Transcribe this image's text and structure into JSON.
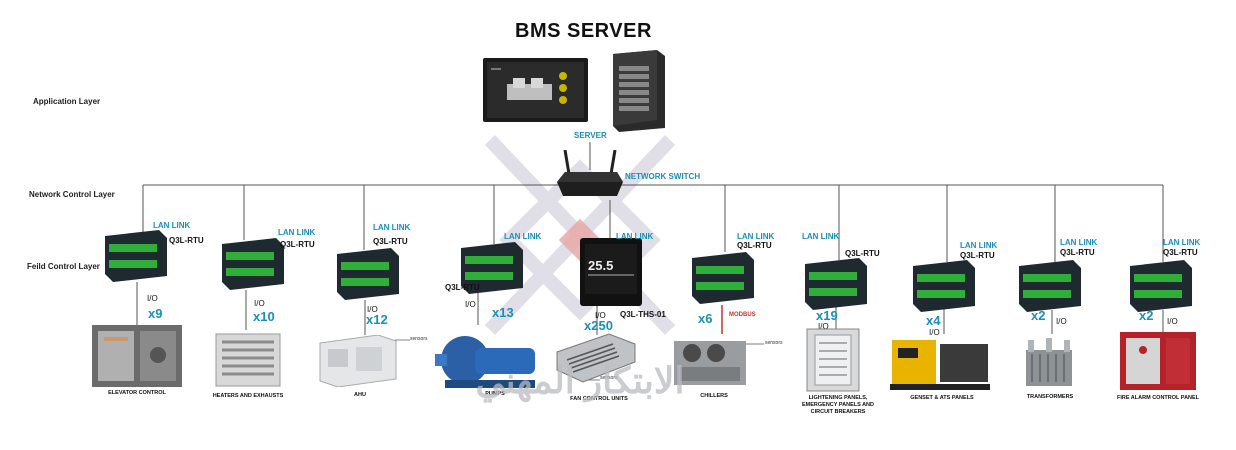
{
  "title": "BMS SERVER",
  "layers": {
    "application": "Application Layer",
    "network": "Network Control Layer",
    "field": "Feild Control Layer"
  },
  "server": {
    "label": "SERVER"
  },
  "switch": {
    "label": "NETWORK SWITCH"
  },
  "lan_label": "LAN LINK",
  "io_label": "I/O",
  "modbus": "MODBUS",
  "sensors": "sensors",
  "thermostat": {
    "model": "Q3L-THS-01",
    "count": "x250",
    "display": "25.5"
  },
  "units": [
    {
      "rtu": "Q3L-RTU",
      "count": "x9",
      "caption": "ELEVATOR CONTROL"
    },
    {
      "rtu": "Q3L-RTU",
      "count": "x10",
      "caption": "HEATERS AND EXHAUSTS"
    },
    {
      "rtu": "Q3L-RTU",
      "count": "x12",
      "caption": "AHU"
    },
    {
      "rtu": "Q3L-RTU",
      "count": "x13",
      "caption": "PUMPS"
    },
    {
      "rtu": "",
      "count": "",
      "caption": "FAN CONTROL UNITS"
    },
    {
      "rtu": "Q3L-RTU",
      "count": "x6",
      "caption": "CHILLERS"
    },
    {
      "rtu": "Q3L-RTU",
      "count": "x19",
      "caption": "LIGHTENING PANELS, EMERGENCY PANELS AND CIRCUIT BREAKERS"
    },
    {
      "rtu": "Q3L-RTU",
      "count": "x4",
      "caption": "GENSET & ATS PANELS"
    },
    {
      "rtu": "Q3L-RTU",
      "count": "x2",
      "caption": "TRANSFORMERS"
    },
    {
      "rtu": "Q3L-RTU",
      "count": "x2",
      "caption": "FIRE ALARM CONTROL PANEL"
    }
  ],
  "watermark": "الابتكار المهني",
  "colors": {
    "accent": "#1a8fb8",
    "modbus": "#c0392b",
    "rtu_body": "#1f2a30",
    "terminal": "#2fae3a"
  }
}
